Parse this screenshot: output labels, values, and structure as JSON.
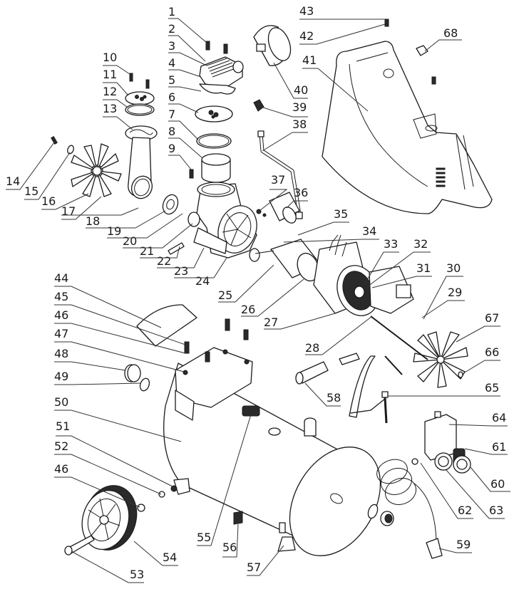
{
  "diagram": {
    "title": "Air compressor exploded parts diagram",
    "colors": {
      "line": "#1a1a1a",
      "background": "#ffffff"
    },
    "callouts": [
      {
        "id": "p1",
        "label": "1"
      },
      {
        "id": "p2",
        "label": "2"
      },
      {
        "id": "p3",
        "label": "3"
      },
      {
        "id": "p4",
        "label": "4"
      },
      {
        "id": "p5",
        "label": "5"
      },
      {
        "id": "p6",
        "label": "6"
      },
      {
        "id": "p7",
        "label": "7"
      },
      {
        "id": "p8",
        "label": "8"
      },
      {
        "id": "p9",
        "label": "9"
      },
      {
        "id": "p10",
        "label": "10"
      },
      {
        "id": "p11",
        "label": "11"
      },
      {
        "id": "p12",
        "label": "12"
      },
      {
        "id": "p13",
        "label": "13"
      },
      {
        "id": "p14",
        "label": "14"
      },
      {
        "id": "p15",
        "label": "15"
      },
      {
        "id": "p16",
        "label": "16"
      },
      {
        "id": "p17",
        "label": "17"
      },
      {
        "id": "p18",
        "label": "18"
      },
      {
        "id": "p19",
        "label": "19"
      },
      {
        "id": "p20",
        "label": "20"
      },
      {
        "id": "p21",
        "label": "21"
      },
      {
        "id": "p22",
        "label": "22"
      },
      {
        "id": "p23",
        "label": "23"
      },
      {
        "id": "p24",
        "label": "24"
      },
      {
        "id": "p25",
        "label": "25"
      },
      {
        "id": "p26",
        "label": "26"
      },
      {
        "id": "p27",
        "label": "27"
      },
      {
        "id": "p28",
        "label": "28"
      },
      {
        "id": "p29",
        "label": "29"
      },
      {
        "id": "p30",
        "label": "30"
      },
      {
        "id": "p31",
        "label": "31"
      },
      {
        "id": "p32",
        "label": "32"
      },
      {
        "id": "p33",
        "label": "33"
      },
      {
        "id": "p34",
        "label": "34"
      },
      {
        "id": "p35",
        "label": "35"
      },
      {
        "id": "p36",
        "label": "36"
      },
      {
        "id": "p37",
        "label": "37"
      },
      {
        "id": "p38",
        "label": "38"
      },
      {
        "id": "p39",
        "label": "39"
      },
      {
        "id": "p40",
        "label": "40"
      },
      {
        "id": "p41",
        "label": "41"
      },
      {
        "id": "p42",
        "label": "42"
      },
      {
        "id": "p43",
        "label": "43"
      },
      {
        "id": "p44",
        "label": "44"
      },
      {
        "id": "p45",
        "label": "45"
      },
      {
        "id": "p46a",
        "label": "46"
      },
      {
        "id": "p47",
        "label": "47"
      },
      {
        "id": "p48",
        "label": "48"
      },
      {
        "id": "p49",
        "label": "49"
      },
      {
        "id": "p50",
        "label": "50"
      },
      {
        "id": "p51",
        "label": "51"
      },
      {
        "id": "p52",
        "label": "52"
      },
      {
        "id": "p46b",
        "label": "46"
      },
      {
        "id": "p53",
        "label": "53"
      },
      {
        "id": "p54",
        "label": "54"
      },
      {
        "id": "p55",
        "label": "55"
      },
      {
        "id": "p56",
        "label": "56"
      },
      {
        "id": "p57",
        "label": "57"
      },
      {
        "id": "p58",
        "label": "58"
      },
      {
        "id": "p59",
        "label": "59"
      },
      {
        "id": "p60",
        "label": "60"
      },
      {
        "id": "p61",
        "label": "61"
      },
      {
        "id": "p62",
        "label": "62"
      },
      {
        "id": "p63",
        "label": "63"
      },
      {
        "id": "p64",
        "label": "64"
      },
      {
        "id": "p65",
        "label": "65"
      },
      {
        "id": "p66",
        "label": "66"
      },
      {
        "id": "p67",
        "label": "67"
      },
      {
        "id": "p68",
        "label": "68"
      }
    ]
  }
}
